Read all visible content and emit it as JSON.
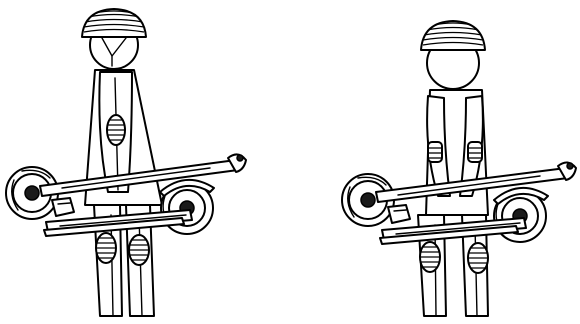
{
  "figures": [
    {
      "id": "left",
      "grip": "one-hand-front",
      "helmet": "striped",
      "face": "helmet-strap-visible"
    },
    {
      "id": "right",
      "grip": "two-hands-front",
      "helmet": "striped",
      "face": "plain"
    }
  ],
  "colors": {
    "line": "#000000",
    "fill": "#ffffff",
    "dark": "#1a1a1a"
  }
}
